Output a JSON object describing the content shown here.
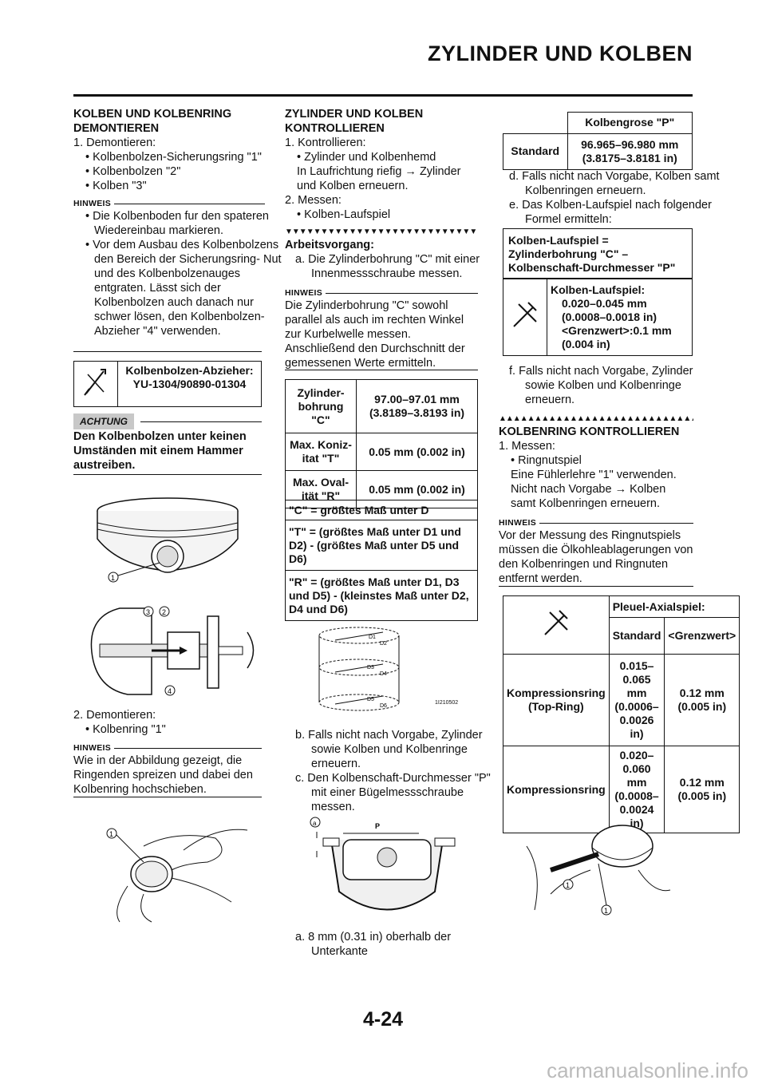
{
  "header": {
    "title": "ZYLINDER UND KOLBEN"
  },
  "col1": {
    "heading": "KOLBEN UND KOLBENRING DEMONTIEREN",
    "step1": "1.  Demontieren:",
    "b1": "• Kolbenbolzen-Sicherungsring \"1\"",
    "b2": "• Kolbenbolzen \"2\"",
    "b3": "• Kolben \"3\"",
    "hinweis_label": "HINWEIS",
    "note_b1": "• Die Kolbenboden fur den spateren Wiedereinbau markieren.",
    "note_b2": "• Vor dem Ausbau des Kolbenbolzens den Bereich der Sicherungsring- Nut und des Kolbenbolzenauges entgraten. Lässt sich der Kolbenbolzen auch danach nur schwer lösen, den Kolbenbolzen- Abzieher \"4\" verwenden.",
    "tool": "Kolbenbolzen-Abzieher: YU-1304/90890-01304",
    "achtung_label": "ACHTUNG",
    "achtung_text": "Den Kolbenbolzen unter keinen Umständen mit einem Hammer austreiben.",
    "step2": "2.  Demontieren:",
    "b4": "• Kolbenring \"1\"",
    "hinweis2_label": "HINWEIS",
    "note2": "Wie in der Abbildung gezeigt, die Ringenden spreizen und dabei den Kolbenring hochschieben."
  },
  "col2": {
    "heading": "ZYLINDER UND KOLBEN KONTROLLIEREN",
    "step1": "1.  Kontrollieren:",
    "b1": "• Zylinder und Kolbenhemd",
    "b1a": "In Laufrichtung riefig → Zylinder und Kolben erneuern.",
    "step2": "2.  Messen:",
    "b2": "• Kolben-Laufspiel",
    "arbeit": "Arbeitsvorgang:",
    "a": "a.  Die Zylinderbohrung \"C\" mit einer Innenmessschraube messen.",
    "hinweis_label": "HINWEIS",
    "note": "Die Zylinderbohrung \"C\" sowohl parallel als auch im rechten Winkel zur Kurbelwelle messen. Anschließend den Durchschnitt der gemessenen Werte ermitteln.",
    "spec_rows": [
      {
        "label": "Zylinder-bohrung \"C\"",
        "value": "97.00–97.01 mm (3.8189–3.8193 in)"
      },
      {
        "label": "Max. Koniz-itat \"T\"",
        "value": "0.05 mm (0.002 in)"
      },
      {
        "label": "Max. Oval-ität \"R\"",
        "value": "0.05 mm (0.002 in)"
      }
    ],
    "formula_c": "\"C\" = größtes Maß unter D",
    "formula_t": "\"T\" = (größtes Maß unter D1 und D2) - (größtes Maß unter D5 und D6)",
    "formula_r": "\"R\" = (größtes Maß unter D1, D3 und D5) - (kleinstes Maß unter D2, D4 und D6)",
    "b": "b.  Falls nicht nach Vorgabe, Zylinder sowie Kolben und Kolbenringe erneuern.",
    "c": "c.   Den Kolbenschaft-Durchmesser \"P\" mit einer Bügelmessschraube messen.",
    "fig_code": "1I210502",
    "caption": "a.  8 mm (0.31 in) oberhalb der Unterkante"
  },
  "col3": {
    "kp_header": "Kolbengrose \"P\"",
    "kp_label": "Standard",
    "kp_value": "96.965–96.980 mm (3.8175–3.8181 in)",
    "d": "d.  Falls nicht nach Vorgabe, Kolben samt Kolbenringen erneuern.",
    "e": "e.  Das Kolben-Laufspiel nach folgender Formel ermitteln:",
    "formula": "Kolben-Laufspiel = Zylinderbohrung \"C\" – Kolbenschaft-Durchmesser \"P\"",
    "ls_title": "Kolben-Laufspiel:",
    "ls_1": "0.020–0.045 mm",
    "ls_2": "(0.0008–0.0018 in)",
    "ls_3": "<Grenzwert>:0.1 mm",
    "ls_4": "(0.004 in)",
    "f": "f.  Falls nicht nach Vorgabe, Zylinder sowie Kolben und Kolbenringe erneuern.",
    "heading2": "KOLBENRING KONTROLLIEREN",
    "step1": "1.  Messen:",
    "b1": "• Ringnutspiel",
    "b1a": "Eine Fühlerlehre \"1\" verwenden. Nicht nach Vorgabe → Kolben samt Kolbenringen erneuern.",
    "hinweis_label": "HINWEIS",
    "note": "Vor der Messung des Ringnutspiels müssen die Ölkohleablagerungen von den Kolbenringen und Ringnuten entfernt werden.",
    "pa_title": "Pleuel-Axialspiel:",
    "pa_std": "Standard",
    "pa_lim": "<Grenzwert>",
    "pa_r1_label": "Kompressionsring (Top-Ring)",
    "pa_r1_std": "0.015–0.065 mm (0.0006–0.0026 in)",
    "pa_r1_lim": "0.12 mm (0.005 in)",
    "pa_r2_label": "Kompressionsring",
    "pa_r2_std": "0.020–0.060 mm (0.0008–0.0024 in)",
    "pa_r2_lim": "0.12 mm (0.005 in)"
  },
  "footer": {
    "page": "4-24",
    "watermark": "carmanualsonline.info"
  }
}
